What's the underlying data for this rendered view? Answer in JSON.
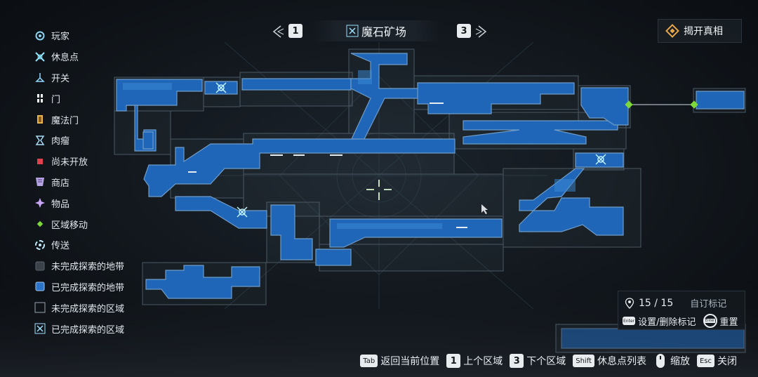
{
  "colors": {
    "explored": "#1f66b8",
    "explored_light": "#3b8ad6",
    "region_border": "#4c5a66",
    "accent_green": "#7dd93a",
    "cyan": "#6fe0ff"
  },
  "legend": [
    {
      "icon": "player-icon",
      "label": "玩家"
    },
    {
      "icon": "rest-point-icon",
      "label": "休息点"
    },
    {
      "icon": "switch-icon",
      "label": "开关"
    },
    {
      "icon": "door-icon",
      "label": "门"
    },
    {
      "icon": "magic-door-icon",
      "label": "魔法门"
    },
    {
      "icon": "flesh-tumor-icon",
      "label": "肉瘤"
    },
    {
      "icon": "not-open-icon",
      "label": "尚未开放"
    },
    {
      "icon": "shop-icon",
      "label": "商店"
    },
    {
      "icon": "item-icon",
      "label": "物品"
    },
    {
      "icon": "area-move-icon",
      "label": "区域移动"
    },
    {
      "icon": "teleport-icon",
      "label": "传送"
    },
    {
      "icon": "unexplored-zone-icon",
      "label": "未完成探索的地带"
    },
    {
      "icon": "explored-zone-icon",
      "label": "已完成探索的地带"
    },
    {
      "icon": "unexplored-area-icon",
      "label": "未完成探索的区域"
    },
    {
      "icon": "explored-area-icon",
      "label": "已完成探索的区域"
    }
  ],
  "header": {
    "prev_key": "1",
    "area_name": "魔石矿场",
    "next_key": "3"
  },
  "reveal_button": {
    "label": "揭开真相"
  },
  "markers": {
    "count": "15 / 15",
    "custom_label": "自订标记",
    "set_key": "Enter",
    "set_delete_label": "设置/删除标记",
    "reset_key": "Enter",
    "reset_label": "重置"
  },
  "bottom": {
    "tab_key": "Tab",
    "tab_label": "返回当前位置",
    "prev_key": "1",
    "prev_label": "上个区域",
    "next_key": "3",
    "next_label": "下个区域",
    "shift_key": "Shift",
    "shift_label": "休息点列表",
    "zoom_label": "缩放",
    "esc_key": "Esc",
    "esc_label": "关闭"
  }
}
